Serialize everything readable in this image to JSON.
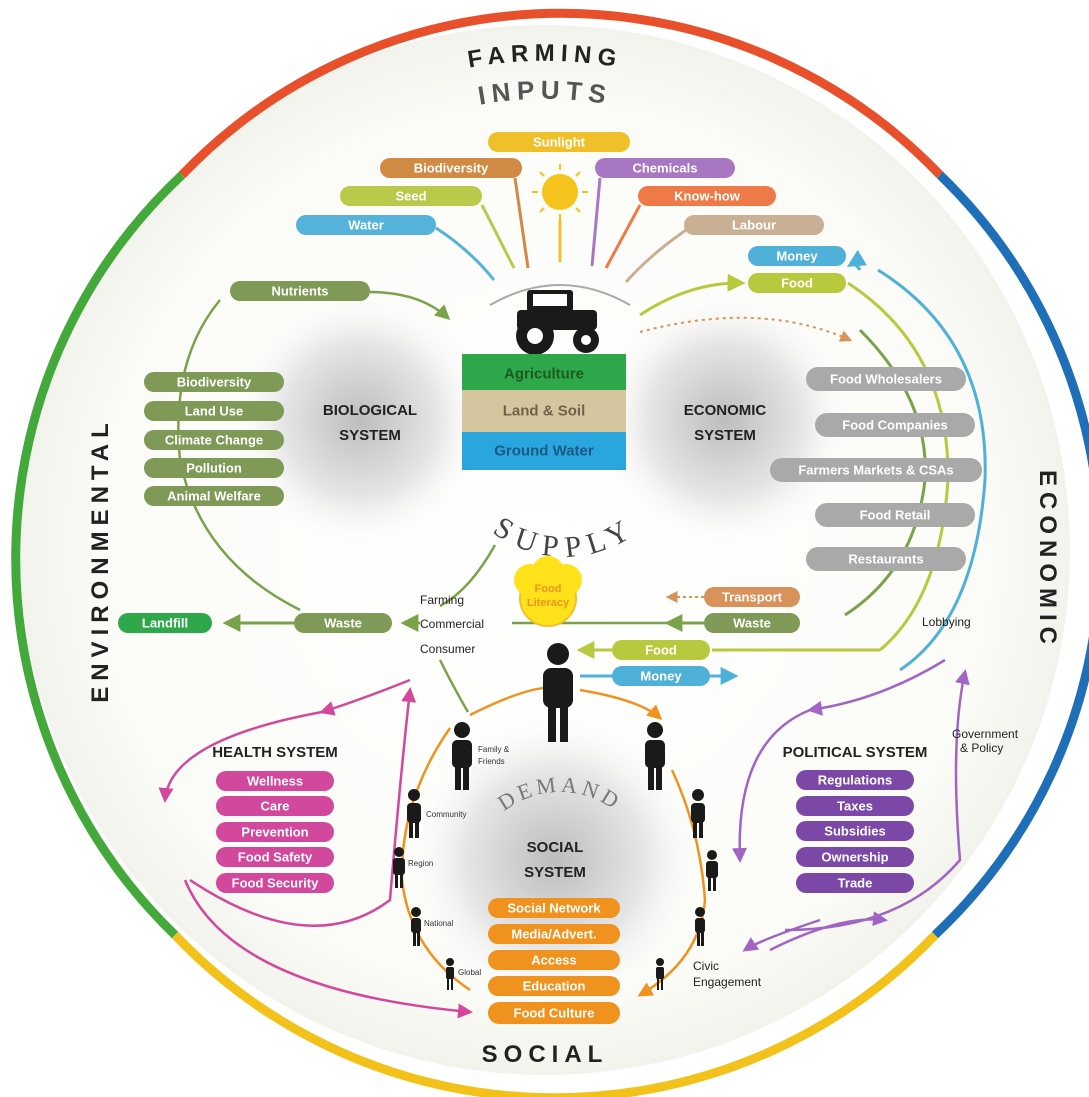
{
  "ring": {
    "top": "FARMING",
    "top_sub": "INPUTS",
    "left": "ENVIRONMENTAL",
    "right": "ECONOMIC",
    "bottom": "SOCIAL",
    "colors": {
      "top": "#e8502b",
      "left": "#43a93a",
      "right": "#1f6fb8",
      "bottom": "#f2c21b"
    }
  },
  "inputs": [
    {
      "label": "Sunlight",
      "color": "#f0c02a"
    },
    {
      "label": "Biodiversity",
      "color": "#d08a44"
    },
    {
      "label": "Chemicals",
      "color": "#a877c2"
    },
    {
      "label": "Seed",
      "color": "#b9c94a"
    },
    {
      "label": "Know-how",
      "color": "#ee7a48"
    },
    {
      "label": "Water",
      "color": "#55b2da"
    },
    {
      "label": "Labour",
      "color": "#c9b094"
    }
  ],
  "center": {
    "layers": [
      "Agriculture",
      "Land & Soil",
      "Ground Water"
    ],
    "supply": "SUPPLY",
    "demand": "DEMAND"
  },
  "biological": {
    "title_1": "BIOLOGICAL",
    "title_2": "SYSTEM",
    "nutrients": "Nutrients",
    "items": [
      "Biodiversity",
      "Land Use",
      "Climate Change",
      "Pollution",
      "Animal Welfare"
    ]
  },
  "economic": {
    "title_1": "ECONOMIC",
    "title_2": "SYSTEM",
    "money_top": "Money",
    "food_top": "Food",
    "items": [
      "Food Wholesalers",
      "Food Companies",
      "Farmers Markets & CSAs",
      "Food Retail",
      "Restaurants"
    ],
    "transport": "Transport",
    "waste": "Waste",
    "food": "Food",
    "money": "Money",
    "lobbying": "Lobbying"
  },
  "waste_flow": {
    "landfill": "Landfill",
    "waste": "Waste",
    "farming": "Farming",
    "commercial": "Commercial",
    "consumer": "Consumer",
    "food_literacy_1": "Food",
    "food_literacy_2": "Literacy"
  },
  "health": {
    "title": "HEALTH SYSTEM",
    "items": [
      "Wellness",
      "Care",
      "Prevention",
      "Food Safety",
      "Food Security"
    ]
  },
  "political": {
    "title": "POLITICAL SYSTEM",
    "items": [
      "Regulations",
      "Taxes",
      "Subsidies",
      "Ownership",
      "Trade"
    ],
    "gov_1": "Government",
    "gov_2": "& Policy",
    "civic_1": "Civic",
    "civic_2": "Engagement"
  },
  "social": {
    "title_1": "SOCIAL",
    "title_2": "SYSTEM",
    "items": [
      "Social Network",
      "Media/Advert.",
      "Access",
      "Education",
      "Food Culture"
    ],
    "family_1": "Family &",
    "family_2": "Friends",
    "community": "Community",
    "region": "Region",
    "national": "National",
    "global": "Global"
  }
}
